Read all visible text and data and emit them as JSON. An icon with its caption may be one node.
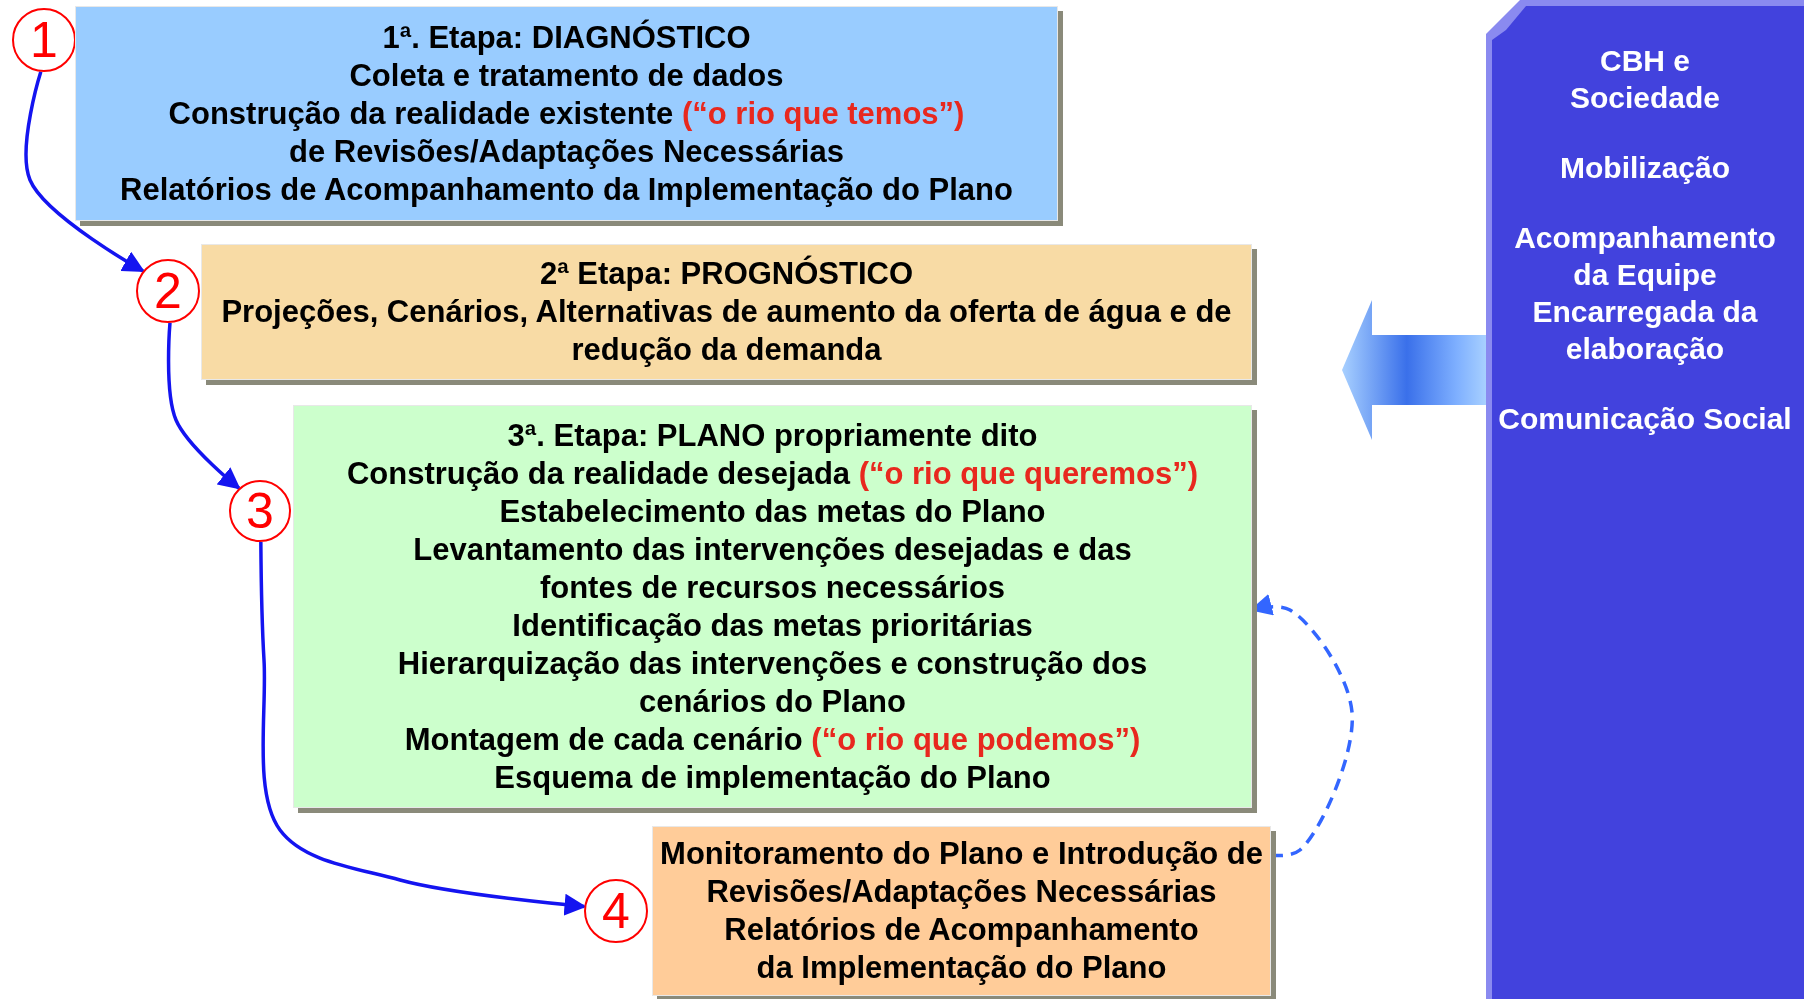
{
  "diagram": {
    "nodes": [
      {
        "text": [
          "1"
        ]
      },
      {
        "text": [
          "1ª. Etapa: DIAGNÓSTICO",
          "Coleta e tratamento de dados",
          "Construção da realidade existente",
          "(“o rio que temos”)",
          "de Revisões/Adaptações Necessárias",
          "Relatórios de Acompanhamento da Implementação do Plano"
        ]
      },
      {
        "text": [
          "2"
        ]
      },
      {
        "text": [
          "2ª Etapa: PROGNÓSTICO",
          "Projeções, Cenários, Alternativas de aumento da oferta de água e de redução da demanda"
        ]
      },
      {
        "text": [
          "3"
        ]
      },
      {
        "text": [
          "3ª. Etapa: PLANO propriamente dito",
          "Construção da realidade desejada",
          "(“o rio que queremos”)",
          "Estabelecimento das metas do Plano",
          "Levantamento das intervenções desejadas e das fontes de recursos necessários",
          "Identificação das metas prioritárias",
          "Hierarquização das intervenções e construção dos cenários do Plano",
          "Montagem de cada cenário",
          "(“o rio que podemos”)",
          "Esquema de implementação do Plano"
        ]
      },
      {
        "text": [
          "4"
        ]
      },
      {
        "text": [
          "Monitoramento do Plano e Introdução de Revisões/Adaptações Necessárias",
          "Relatórios de Acompanhamento da Implementação do Plano"
        ]
      },
      {
        "text": [
          "CBH e Sociedade",
          "Mobilização",
          "Acompanhamento da Equipe Encarregada da elaboração",
          "Comunicação Social"
        ]
      }
    ],
    "edges": [
      {
        "from": 0,
        "to": 2,
        "arrow": "to"
      },
      {
        "from": 2,
        "to": 4,
        "arrow": "to"
      },
      {
        "from": 4,
        "to": 6,
        "arrow": "to"
      },
      {
        "from": 7,
        "to": 5,
        "arrow": "to",
        "style": "dashed",
        "color": "#3366ff"
      },
      {
        "from": 8,
        "to": null,
        "arrow": "to",
        "style": "thick",
        "color": "#3b73e8"
      }
    ]
  }
}
